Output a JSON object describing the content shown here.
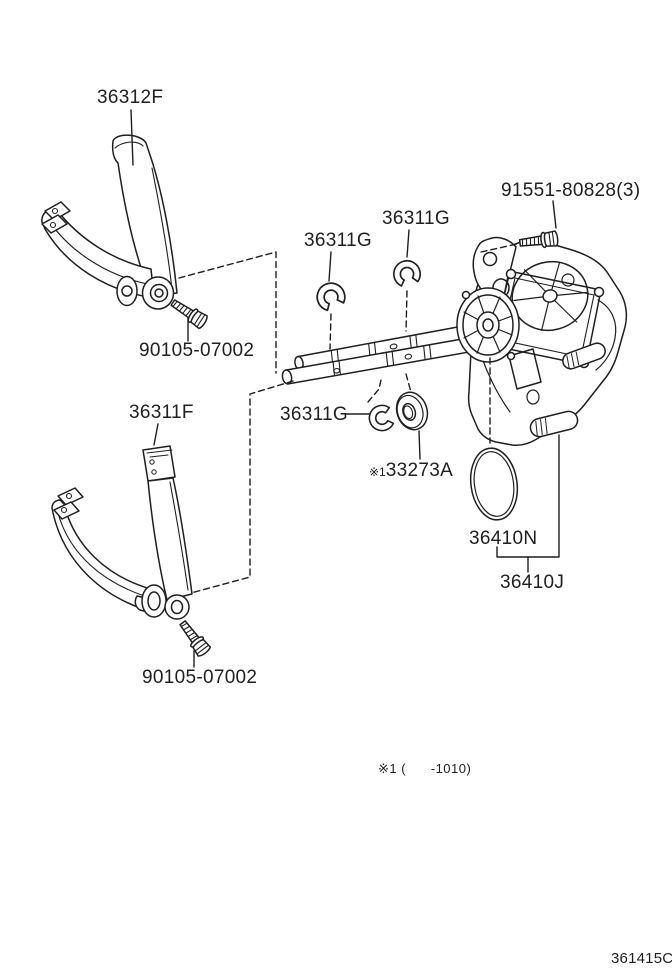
{
  "page": {
    "background": "#ffffff",
    "line_color": "#1f1f1f"
  },
  "labels": {
    "fork_no2": "36312F",
    "bolt_flange": "91551-80828(3)",
    "snap_ring_a": "36311G",
    "snap_ring_b": "36311G",
    "fork_no1": "36311F",
    "snap_ring_c": "36311G",
    "washer_note_ref": "※1",
    "washer": "33273A",
    "bolt_a": "90105-07002",
    "bolt_b": "90105-07002",
    "oring": "36410N",
    "actuator": "36410J",
    "footnote": "※1 (      -1010)",
    "figure_code": "361415C"
  }
}
